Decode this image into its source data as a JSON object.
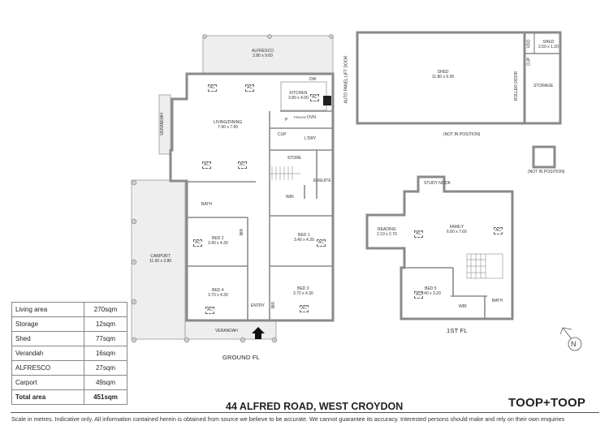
{
  "address": "44 ALFRED ROAD, WEST CROYDON",
  "brand": "TOOP+TOOP",
  "disclaimer": "Scale in metres. Indicative only. All information contained herein is obtained from source we believe to be accurate. We cannot guarantee its accuracy. Interested persons should make and rely on their own enquiries",
  "floors": {
    "ground": {
      "title": "GROUND FL"
    },
    "first": {
      "title": "1ST FL"
    }
  },
  "rooms": {
    "alfresco": {
      "name": "ALFRESCO",
      "dim": "2.80 x 9.60"
    },
    "kitchen": {
      "name": "KITCHEN",
      "dim": "3.80 x 4.00"
    },
    "living": {
      "name": "LIVING/DINING",
      "dim": "7.90 x 7.60"
    },
    "verandah_side": {
      "name": "VERANDAH"
    },
    "pantry": {
      "name": "P"
    },
    "fridge": {
      "name": "FRIDGE"
    },
    "oven": {
      "name": "OVN"
    },
    "dw": {
      "name": "DW"
    },
    "cup": {
      "name": "CUP"
    },
    "laundry": {
      "name": "L'DRY"
    },
    "store": {
      "name": "STORE"
    },
    "ensuite": {
      "name": "ENSUITE"
    },
    "bath": {
      "name": "BATH"
    },
    "wir": {
      "name": "WIR"
    },
    "bed1": {
      "name": "BED 1",
      "dim": "3.40 x 4.30"
    },
    "bed2": {
      "name": "BED 2",
      "dim": "3.40 x 4.30"
    },
    "bed3": {
      "name": "BED 3",
      "dim": "3.70 x 4.30"
    },
    "bed4": {
      "name": "BED 4",
      "dim": "3.70 x 4.30"
    },
    "bir": {
      "name": "BIR"
    },
    "entry": {
      "name": "ENTRY"
    },
    "carport": {
      "name": "CARPORT",
      "dim": "11.60 x 3.80"
    },
    "verandah_front": {
      "name": "VERANDAH"
    },
    "shed": {
      "name": "SHED",
      "dim": "11.80 x 6.00"
    },
    "shed_small": {
      "name": "SHED",
      "dim": "2.50 x 1.20"
    },
    "storage": {
      "name": "STORAGE"
    },
    "vdo": {
      "name": "VDO"
    },
    "auto_door": {
      "name": "AUTO PANEL LIFT DOOR"
    },
    "roller_door": {
      "name": "ROLLER DOOR"
    },
    "not_in_position": {
      "name": "(NOT IN POSITION)"
    },
    "study_nook": {
      "name": "STUDY NOOK"
    },
    "reading": {
      "name": "READING",
      "dim": "2.10 x 2.70"
    },
    "family": {
      "name": "FAMILY",
      "dim": "6.60 x 7.60"
    },
    "bed5": {
      "name": "BED 5",
      "dim": "3.40 x 3.20"
    },
    "wir2": {
      "name": "WIR"
    },
    "bath2": {
      "name": "BATH"
    },
    "bir2": {
      "name": "BIR"
    },
    "ac": {
      "name": "AC"
    }
  },
  "area_table": [
    {
      "name": "Living area",
      "value": "270sqm"
    },
    {
      "name": "Storage",
      "value": "12sqm"
    },
    {
      "name": "Shed",
      "value": "77sqm"
    },
    {
      "name": "Verandah",
      "value": "16sqm"
    },
    {
      "name": "ALFRESCO",
      "value": "27sqm"
    },
    {
      "name": "Carport",
      "value": "49sqm"
    },
    {
      "name": "Total area",
      "value": "451sqm"
    }
  ],
  "north": {
    "label": "N"
  },
  "colors": {
    "wall": "#8a8a8a",
    "outdoor": "#eeeeee",
    "line": "#555555"
  }
}
